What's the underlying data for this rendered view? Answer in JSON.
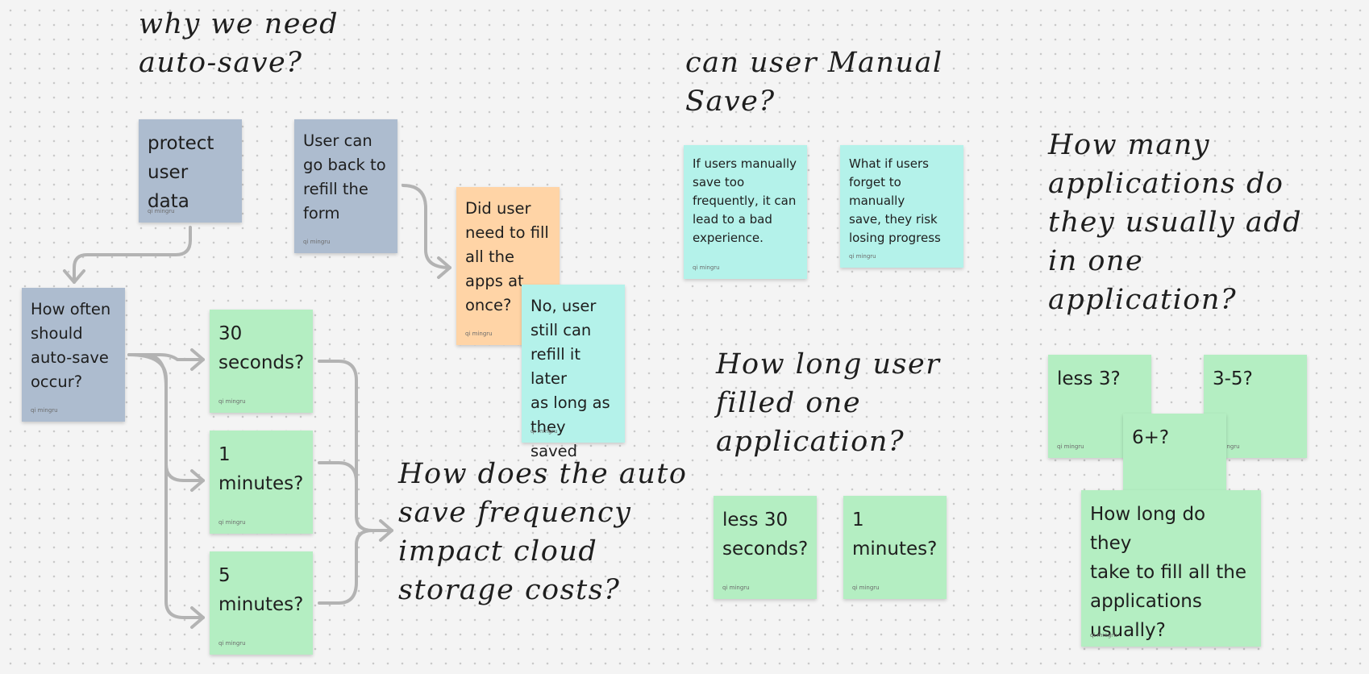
{
  "headings": {
    "why_autosave": "why we need\nauto-save?",
    "manual_save": "can user Manual\nSave?",
    "how_many_apps": "How many\napplications do\nthey usually add\nin one\napplication?",
    "how_long_user": "How long user\nfilled one\napplication?",
    "storage_costs": "How does the auto\nsave frequency\nimpact cloud\nstorage costs?"
  },
  "author": "qi mingru",
  "colors": {
    "blue_note": "#adbccf",
    "orange_note": "#ffd4a6",
    "cyan_note": "#b4f2ea",
    "green_note": "#b4eec2",
    "connector": "#b3b3b3"
  },
  "notes": {
    "protect_user_data": "protect\nuser data",
    "user_go_back": "User can\ngo back to\nrefill the\nform",
    "how_often": "How often\nshould\nauto-save\noccur?",
    "did_user_fill_all": "Did user\nneed to fill\nall the\napps at\nonce?",
    "no_user_still": "No, user\nstill can\nrefill it later\nas long as\nthey saved",
    "thirty_seconds": "30\nseconds?",
    "one_minute": "1\nminutes?",
    "five_minutes": "5\nminutes?",
    "manual_too_frequent": "If users manually\nsave too\nfrequently, it can\nlead to a bad\nexperience.",
    "forget_manual": "What if users\nforget to manually\nsave, they risk\nlosing progress",
    "less_30_seconds": "less 30\nseconds?",
    "one_minute_b": "1\nminutes?",
    "less_3": "less 3?",
    "three_to_five": "3-5?",
    "six_plus": "6+?",
    "how_long_all": "How long do they\ntake to fill all the\napplications\nusually?"
  }
}
